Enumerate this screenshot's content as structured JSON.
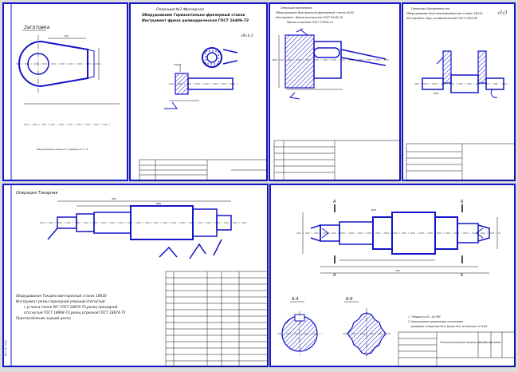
{
  "sheet1": {
    "title": "Заготовка",
    "note": "Неуказанные уклоны 5°, радиусы R 3...5"
  },
  "sheet2": {
    "title": "Операция №1 Фрезерная",
    "line1": "Оборудование Горизонтально-фрезерный станок",
    "line2": "Инструмент фреза цилиндрическая ГОСТ 16496-72",
    "roughness": "√Ra 6,3"
  },
  "sheet3": {
    "line1": "Операция  Фрезерная",
    "line2": "Оборудование Вертикально-фрезерный станок 6Н12",
    "line3": "Инструмент: Фреза шпоночная ГОСТ 9140-78",
    "line4": "Фреза концевая ГОСТ 17026-71"
  },
  "sheet4": {
    "line1": "Операция  Шлифовальная",
    "line2": "Оборудование Круглошлифовальный станок 3Б151",
    "line3": "Инструмент: Круг шлифовальный ГОСТ 2424-83",
    "roughness": "√(√)"
  },
  "sheet5": {
    "title": "Операция  Токарная",
    "line1": "Оборудование  Токарно-винторезный станок 16К20",
    "line2": "Инструмент  резец проходной упорный отогнутый",
    "line3": "с углом в плане 90° ГОСТ 18879-73,резец проходной",
    "line4": "отогнутый ГОСТ 18868-73,резец отрезной ГОСТ 18874-73",
    "line5": "Приспособление  задний центр"
  },
  "sheet6": {
    "sectionA": "А-А",
    "sectionB": "Б-Б",
    "markA": "А",
    "markB": "Б",
    "note1": "1. Твёрдость 40...45 HRC",
    "note2": "2. Неуказанные предельные отклонения",
    "note3": "размеров: отверстий Н14, валов h14, остальных ±IT14/2",
    "stamp_title": "Технологические эскизы обработки вала"
  },
  "side_label": "Инв. № подл."
}
